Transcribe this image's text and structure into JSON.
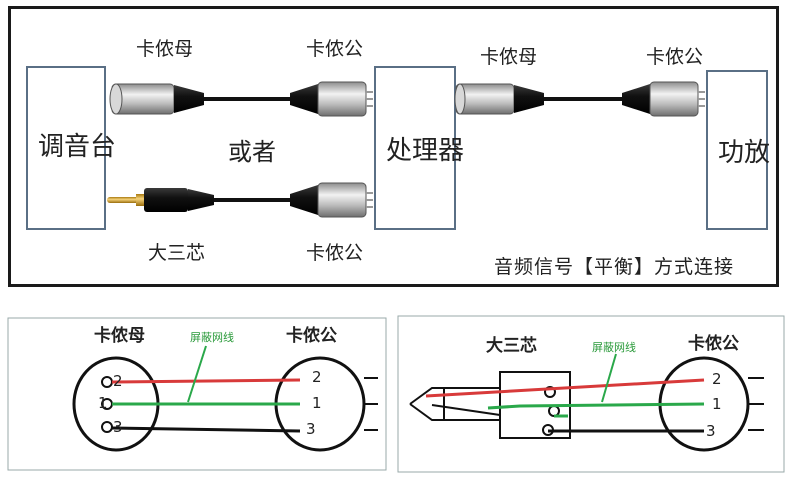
{
  "devices": {
    "mixer": "调音台",
    "processor": "处理器",
    "amplifier": "功放"
  },
  "connectors": {
    "xlr_female": "卡侬母",
    "xlr_male": "卡侬公",
    "trs": "大三芯"
  },
  "or_text": "或者",
  "caption": "音频信号【平衡】方式连接",
  "wiring": {
    "shield_wire": "屏蔽网线",
    "pins": [
      "1",
      "2",
      "3"
    ]
  },
  "colors": {
    "frame": "#1a1a1a",
    "device_border": "#5a6f85",
    "wire_red": "#d83a3a",
    "wire_green": "#2aa84a",
    "wire_black": "#111111",
    "metal": "#c8c8c8",
    "gold": "#d9a520"
  }
}
